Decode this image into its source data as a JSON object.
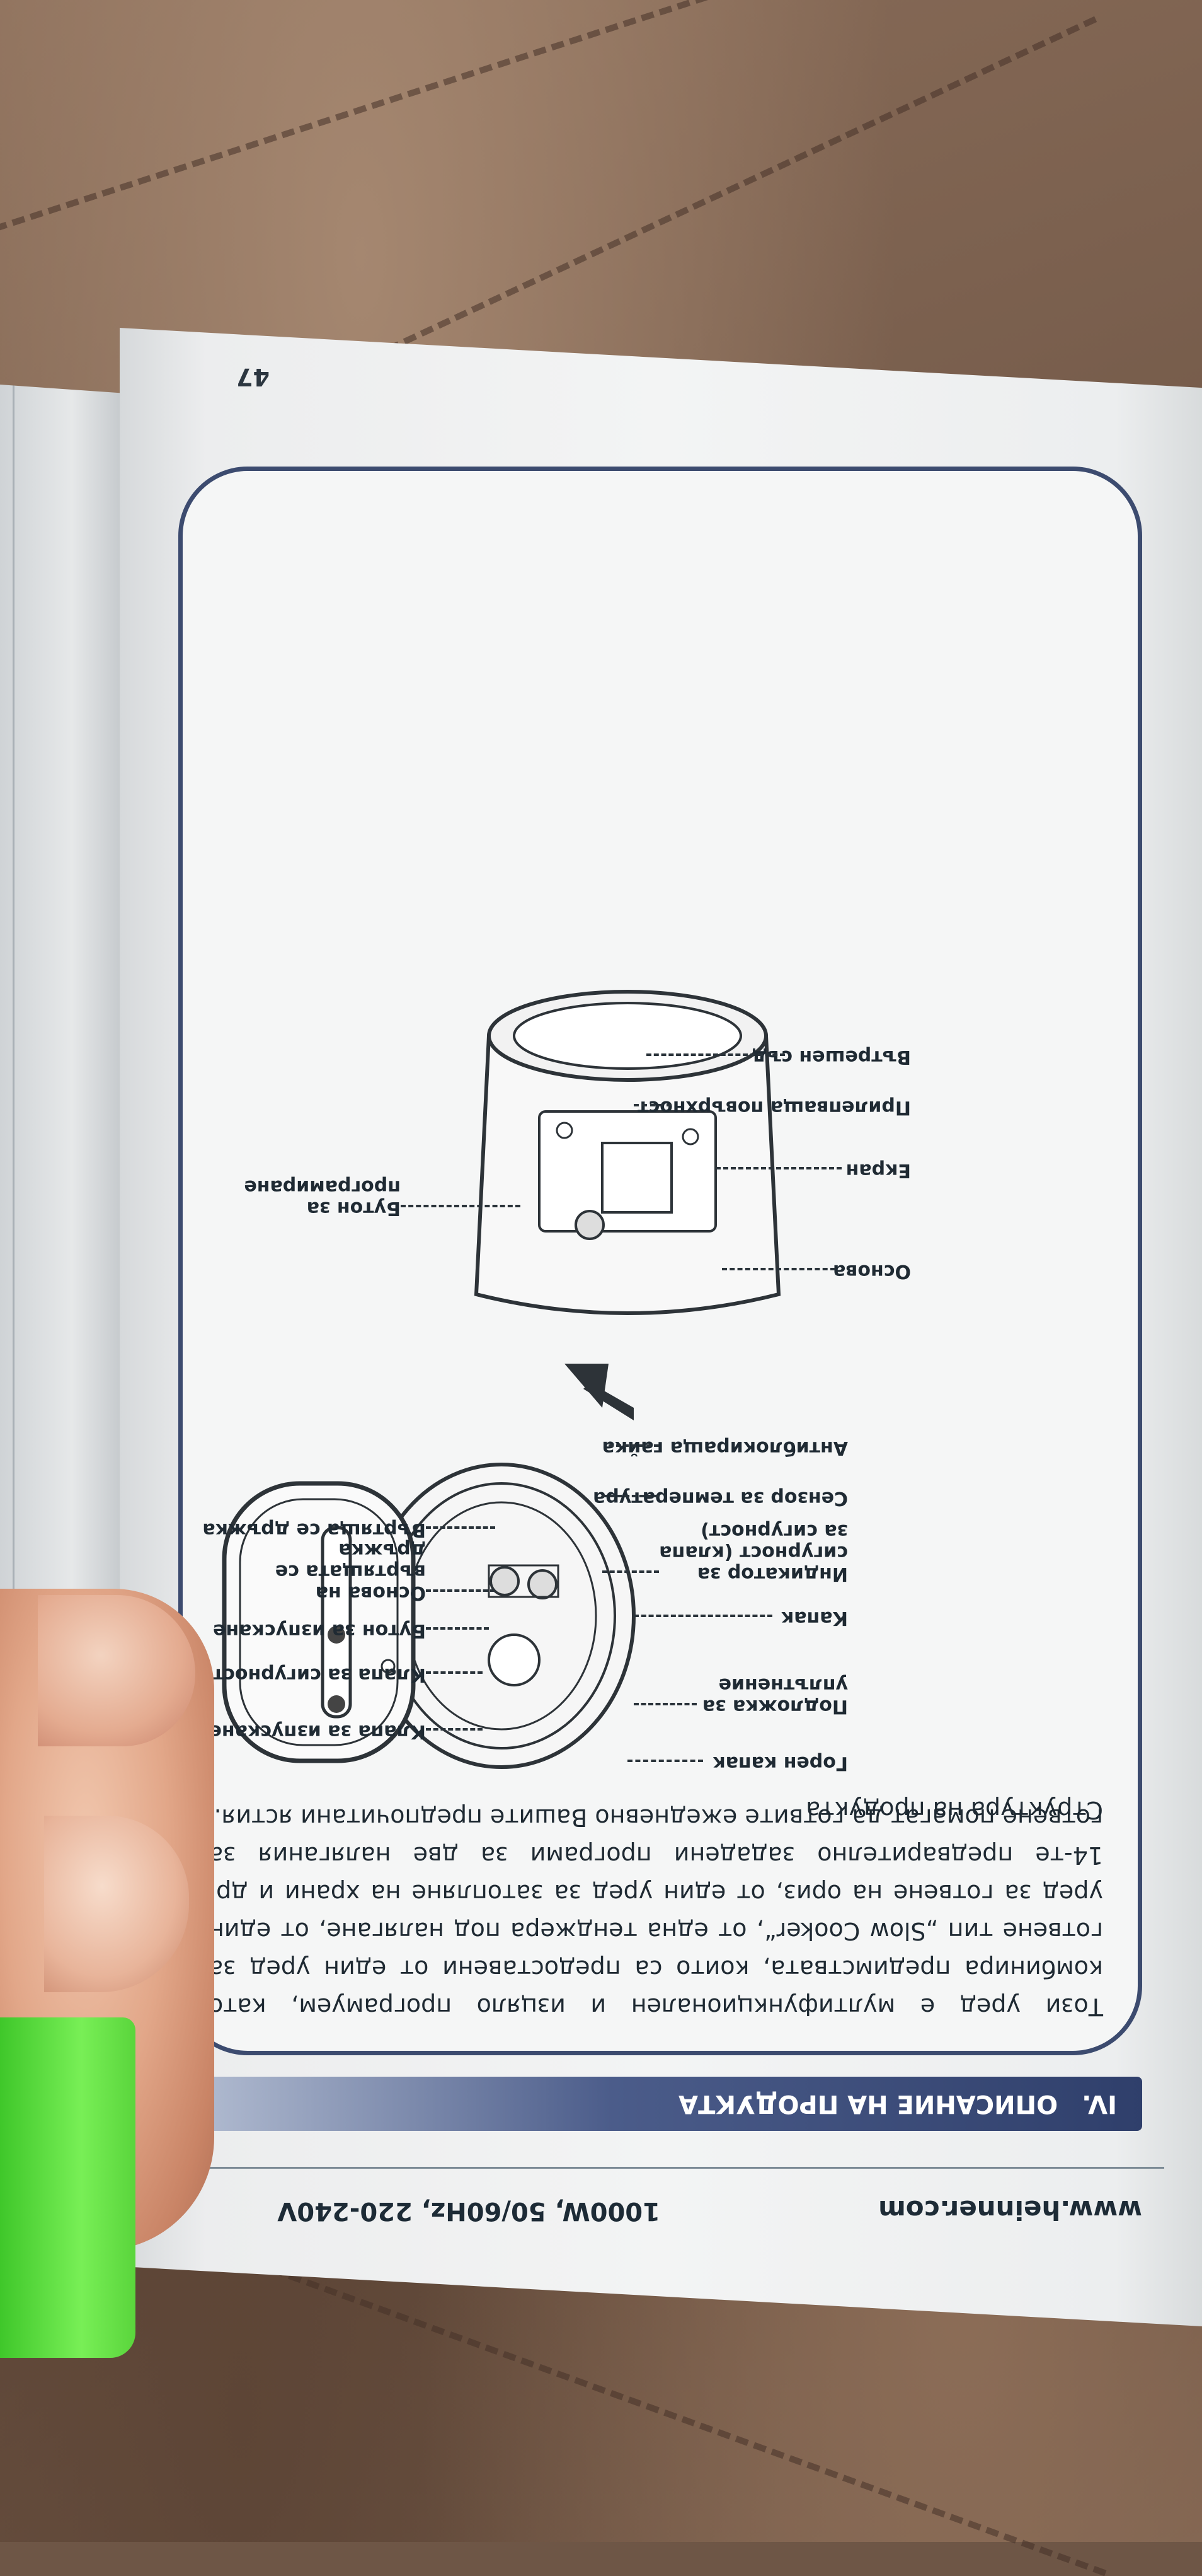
{
  "header": {
    "website": "www.heinner.com",
    "specs": "1000W, 50/60Hz, 220-240V"
  },
  "section": {
    "number": "IV.",
    "title": "ОПИСАНИЕ НА ПРОДУКТА"
  },
  "body": {
    "paragraph": "Този уред е мултифункционален и изцяло програмуем, като комбинира предимствата, които са предоставени от един уред за готвене тип „Slow Cooker“, от една тенджера под налягане, от един уред за готвене на ориз, от един уред за затопляне на храни и др. 14-те предварително зададени програми за две налягания за готвене помагат да готвите ежедневно Вашите предпочитани ястия."
  },
  "structure_title": "Структура на продукта",
  "lid_labels": [
    "Горен капак",
    "Клапа за изпускане",
    "Подложка за уплътнение",
    "Клапа за сигурност",
    "Бутон за изпускане",
    "Капак",
    "Основа на въртящата се дръжка",
    "Индикатор за сигурност (клапа за сигурност)",
    "Въртяща се дръжка",
    "Сензор за температура",
    "Антиблокираща гайка"
  ],
  "base_labels": [
    "Вътрешен съд",
    "Прилепваща повърхност",
    "Екран",
    "Бутон за програмиране",
    "Основа"
  ],
  "page_number": "47"
}
